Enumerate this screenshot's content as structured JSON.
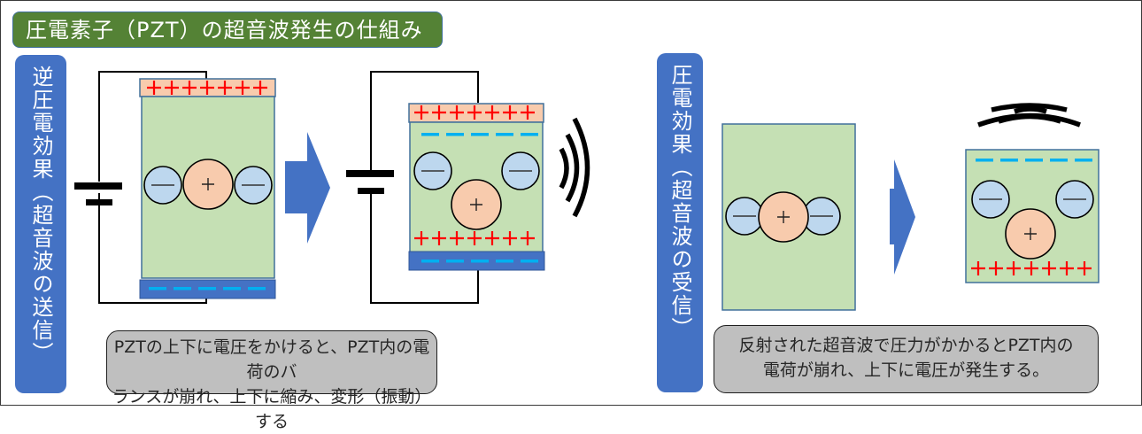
{
  "title": "圧電素子（PZT）の超音波発生の仕組み",
  "sections": {
    "transmit": {
      "label": "逆圧電効果（超音波の送信）",
      "caption_line1": "PZTの上下に電圧をかけると、PZT内の電荷のバ",
      "caption_line2": "ランスが崩れ、上下に縮み、変形（振動）する"
    },
    "receive": {
      "label": "圧電効果（超音波の受信）",
      "caption_line1": "反射された超音波で圧力がかかるとPZT内の",
      "caption_line2": "電荷が崩れ、上下に電圧が発生する。"
    }
  },
  "symbols": {
    "positive_row": "+++++++",
    "positive_charge": "+",
    "negative_charge": "—"
  },
  "colors": {
    "title_bg": "#548235",
    "label_bg": "#4472c4",
    "pzt_fill": "#c5e0b4",
    "positive_plate": "#f8cbad",
    "negative_plate": "#4472c4",
    "negative_dash": "#00b0f0",
    "positive_sign": "#ff0000",
    "negative_ion": "#bdd7ee",
    "positive_ion": "#f8cbad",
    "caption_bg": "#bfbfbf"
  }
}
